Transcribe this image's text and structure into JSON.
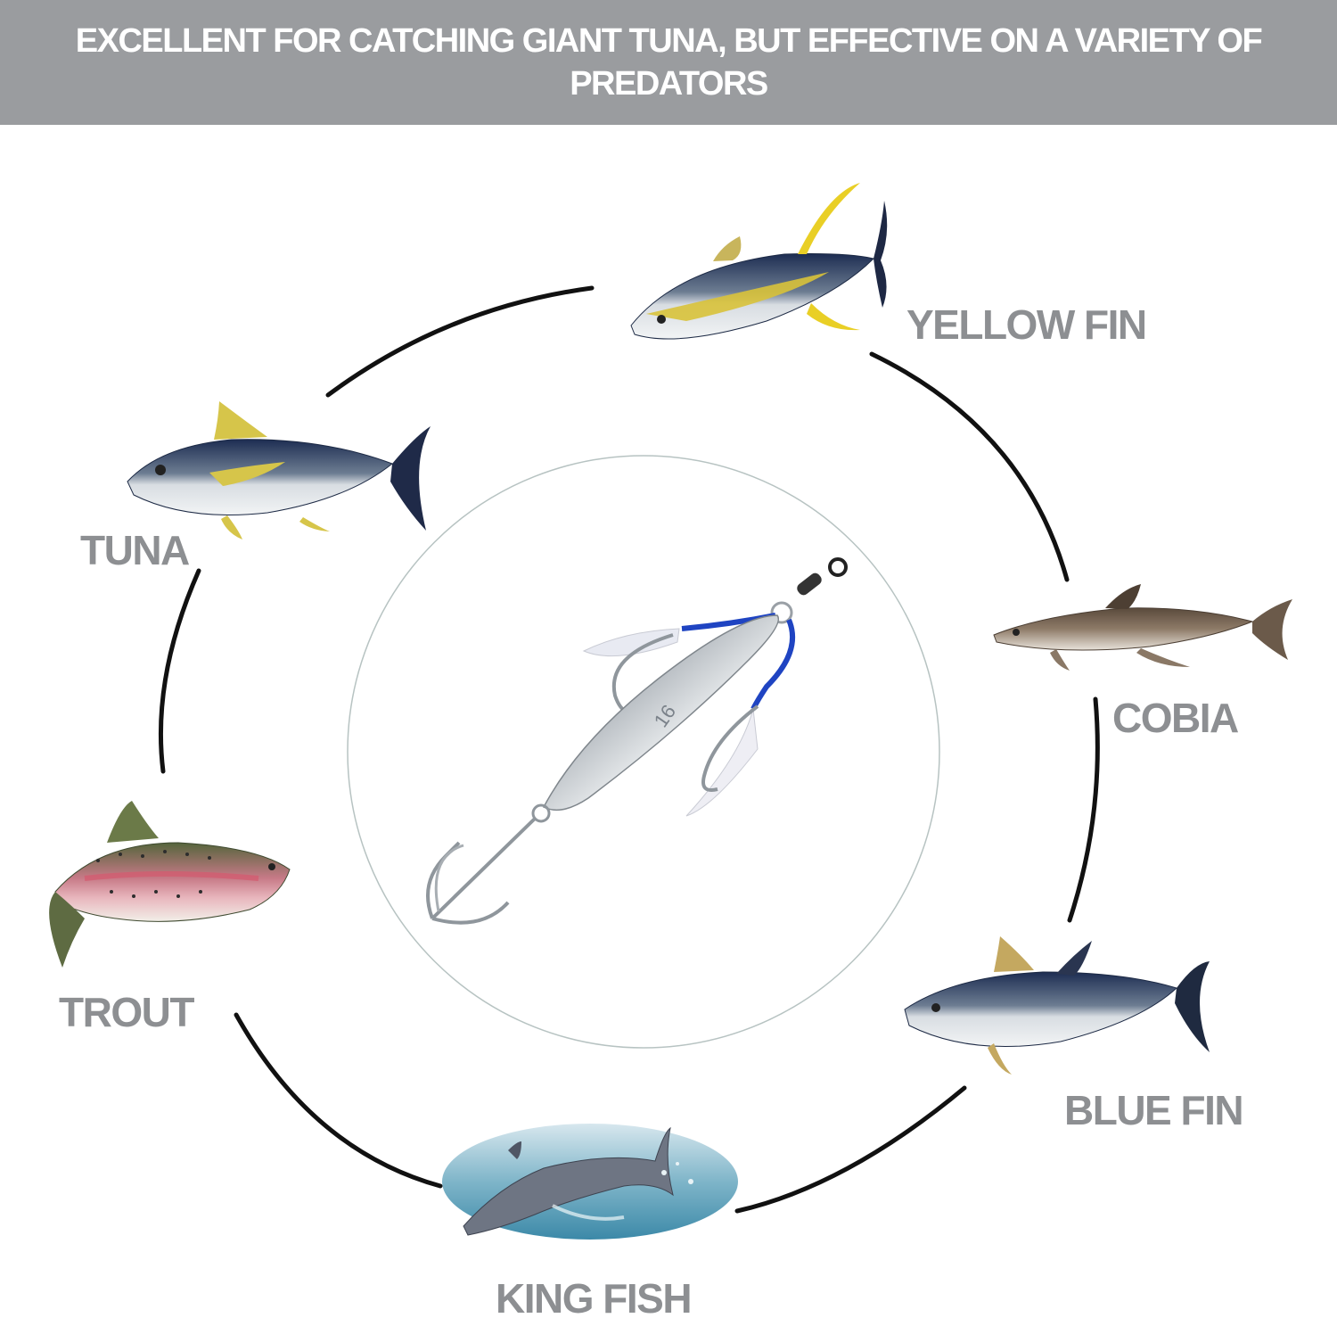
{
  "banner": {
    "text": "EXCELLENT FOR CATCHING GIANT TUNA, BUT EFFECTIVE ON A VARIETY OF PREDATORS"
  },
  "center_lure": {
    "icon": "lure-icon",
    "engraving": "16"
  },
  "fish": [
    {
      "name": "YELLOW FIN",
      "icon": "yellowfin-tuna-icon"
    },
    {
      "name": "COBIA",
      "icon": "cobia-icon"
    },
    {
      "name": "BLUE FIN",
      "icon": "bluefin-tuna-icon"
    },
    {
      "name": "KING FISH",
      "icon": "kingfish-icon"
    },
    {
      "name": "TROUT",
      "icon": "trout-icon"
    },
    {
      "name": "TUNA",
      "icon": "tuna-icon"
    }
  ],
  "colors": {
    "banner_bg": "#9a9c9f",
    "banner_text": "#ffffff",
    "label_text": "#8d8f92",
    "ring_stroke": "#111111"
  }
}
